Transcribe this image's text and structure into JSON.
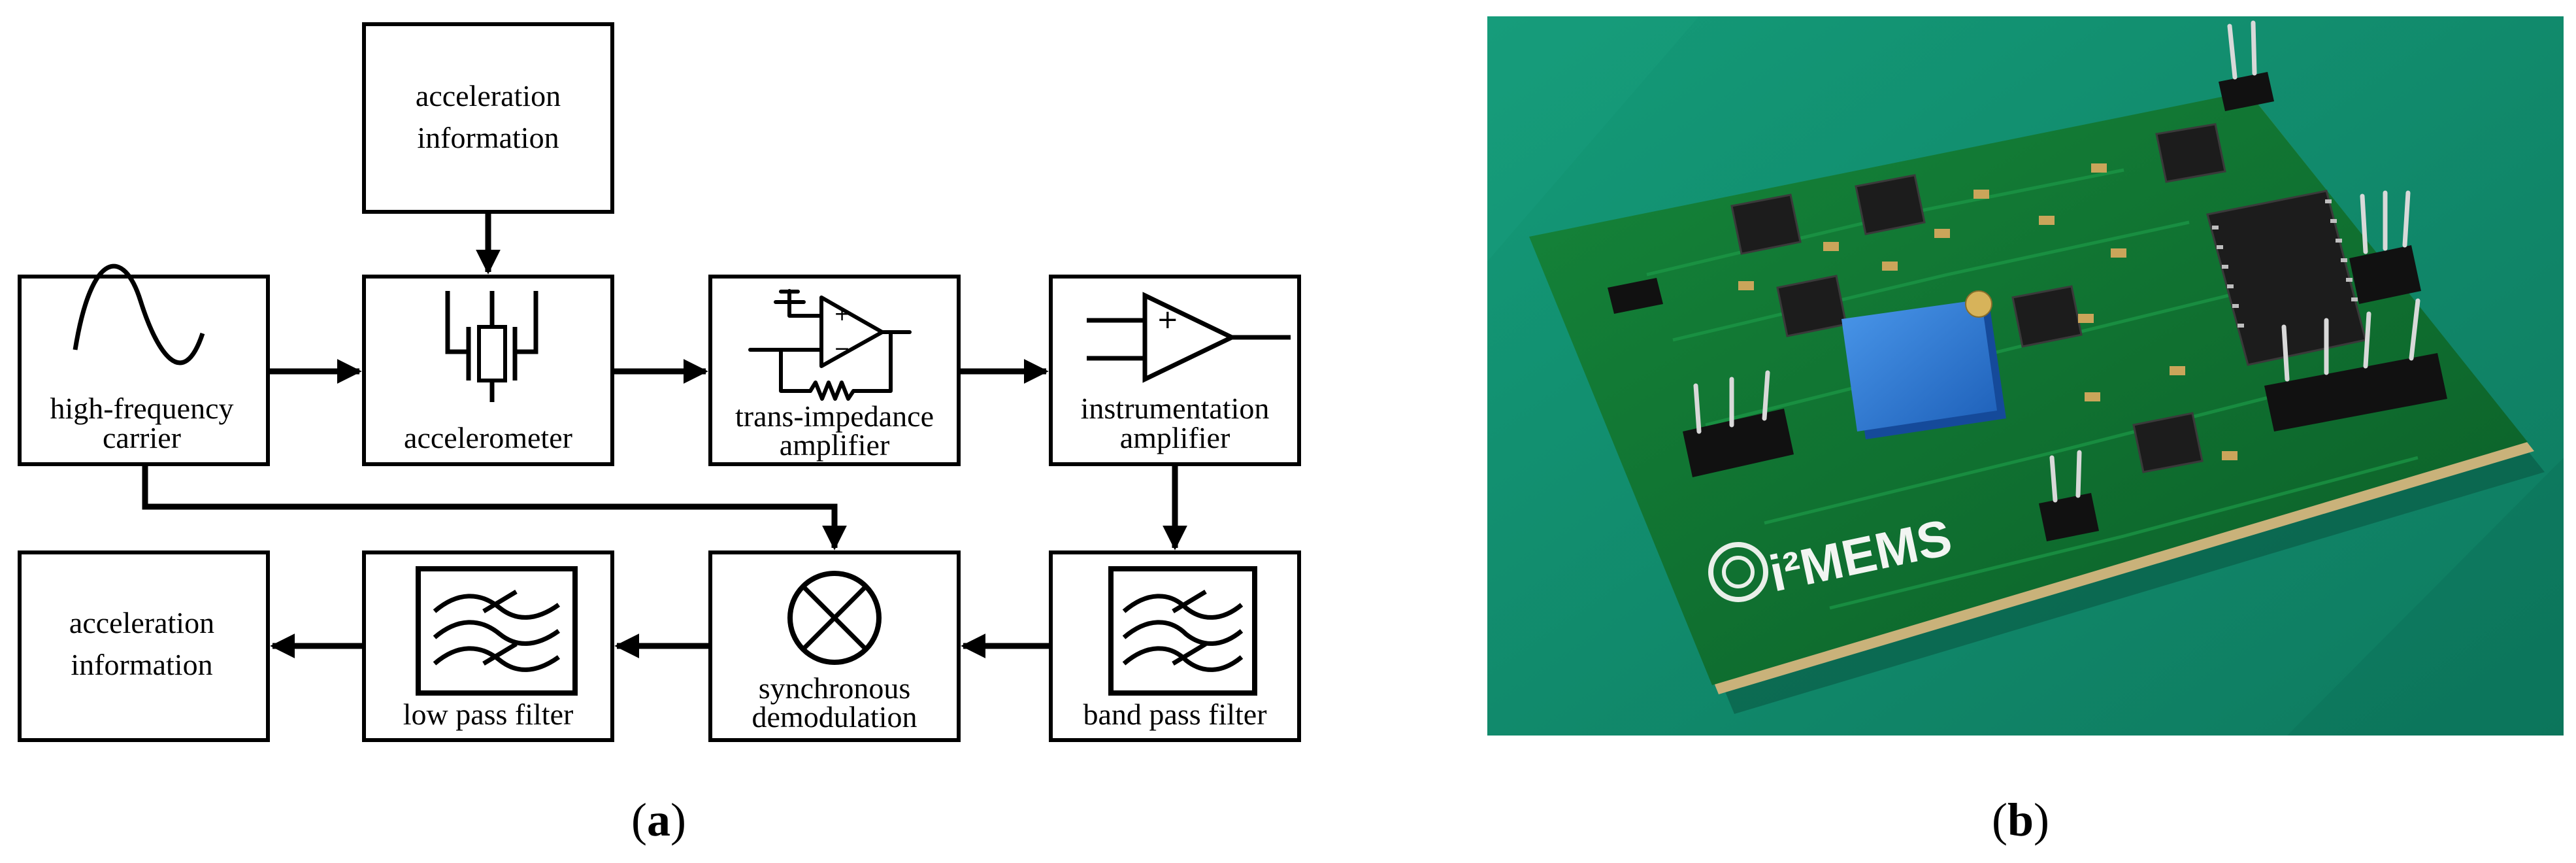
{
  "diagram": {
    "blocks": {
      "acc_info_top": [
        "acceleration",
        "information"
      ],
      "carrier": [
        "high-frequency",
        "carrier"
      ],
      "accelerometer": "accelerometer",
      "tia": [
        "trans-impedance",
        "amplifier"
      ],
      "inamp": [
        "instrumentation",
        "amplifier"
      ],
      "acc_info_out": [
        "acceleration",
        "information"
      ],
      "lpf": "low pass filter",
      "demod": [
        "synchronous",
        "demodulation"
      ],
      "bpf": "band pass filter"
    }
  },
  "photo": {
    "logo_text": "i²MEMS"
  },
  "captions": {
    "a": {
      "open": "(",
      "letter": "a",
      "close": ")"
    },
    "b": {
      "open": "(",
      "letter": "b",
      "close": ")"
    }
  },
  "colors": {
    "background": "#ffffff",
    "stroke": "#000000",
    "photo_background": "#128a6e",
    "pcb": "#0f6b2e",
    "trimmer": "#2f7fd6"
  }
}
